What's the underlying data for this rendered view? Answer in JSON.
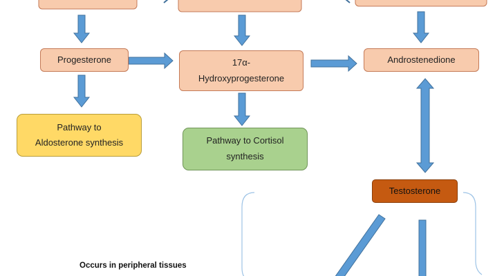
{
  "nodes": {
    "progesterone": "Progesterone",
    "hydroxyprogesterone": "17α-\nHydroxyprogesterone",
    "androstenedione": "Androstenedione",
    "aldosterone_pathway": "Pathway to\nAldosterone synthesis",
    "cortisol_pathway": "Pathway to Cortisol\nsynthesis",
    "testosterone": "Testosterone"
  },
  "notes": {
    "peripheral": "Occurs in peripheral tissues"
  },
  "colors": {
    "arrow_fill": "#5b9bd5",
    "arrow_stroke": "#41719c",
    "peach": "#f8cbad",
    "yellow": "#ffd966",
    "green": "#a9d18e",
    "brown": "#c55a11",
    "bracket": "#9dc3e6"
  }
}
